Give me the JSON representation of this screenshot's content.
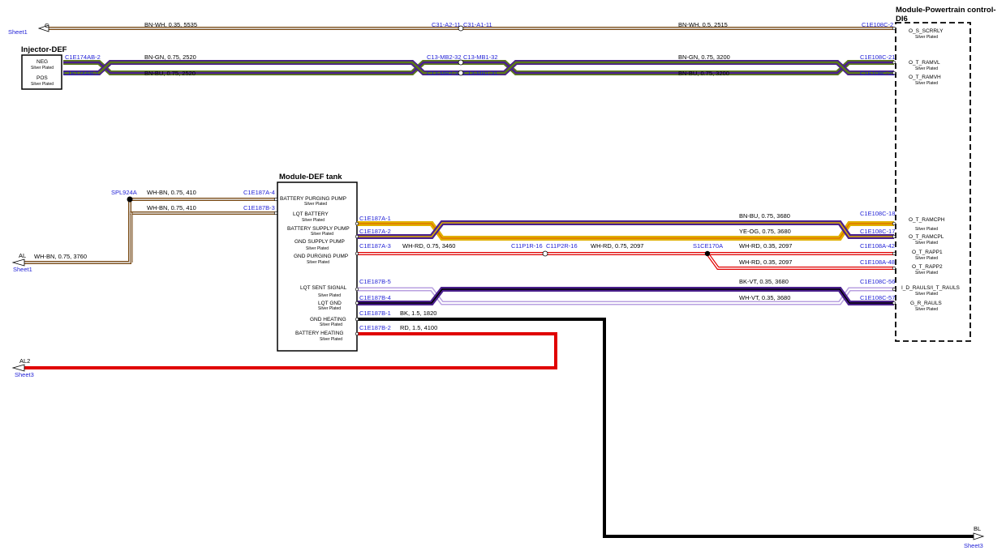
{
  "colors": {
    "brown": "#7a4a14",
    "white": "#e8e8e8",
    "green": "#5c7a17",
    "violet": "#4a1f8c",
    "blue": "#2a2ad0",
    "yellow": "#e0b000",
    "orange": "#e06a00",
    "red": "#e00000",
    "black": "#000000",
    "label_blue": "#1f1fd6"
  },
  "sheet_refs": {
    "top_left": "Sheet1",
    "top_left_label": "C",
    "al_label": "AL",
    "al_sheet": "Sheet1",
    "al2_label": "AL2",
    "al2_sheet": "Sheet3",
    "bl_label": "BL",
    "bl_sheet": "Sheet3"
  },
  "components": {
    "injector": {
      "title": "Injector-DEF",
      "pins": [
        {
          "name": "NEG",
          "plating": "Silver Plated"
        },
        {
          "name": "POS",
          "plating": "Silver Plated"
        }
      ]
    },
    "def_tank": {
      "title": "Module-DEF tank",
      "pins": [
        {
          "name": "BATTERY PURGING PUMP",
          "plating": "Silver Plated"
        },
        {
          "name": "LQT BATTERY",
          "plating": "Silver Plated"
        },
        {
          "name": "BATTERY SUPPLY PUMP",
          "plating": "Silver Plated"
        },
        {
          "name": "GND SUPPLY PUMP",
          "plating": "Silver Plated"
        },
        {
          "name": "GND PURGING PUMP",
          "plating": "Silver Plated"
        },
        {
          "name": "LQT SENT SIGNAL",
          "plating": "Silver Plated"
        },
        {
          "name": "LQT GND",
          "plating": "Silver Plated"
        },
        {
          "name": "GND HEATING",
          "plating": "Silver Plated"
        },
        {
          "name": "BATTERY HEATING",
          "plating": "Silver Plated"
        }
      ]
    },
    "pcm": {
      "title_line1": "Module-Powertrain control-",
      "title_line2": "DI6",
      "pins": [
        {
          "name": "O_S_SCRRLY",
          "plating": "Silver Plated"
        },
        {
          "name": "O_T_RAMVL",
          "plating": "Silver Plated"
        },
        {
          "name": "O_T_RAMVH",
          "plating": "Silver Plated"
        },
        {
          "name": "O_T_RAMCPH",
          "plating": "Silver Plated"
        },
        {
          "name": "O_T_RAMCPL",
          "plating": "Silver Plated"
        },
        {
          "name": "O_T_RAPP1",
          "plating": "Silver Plated"
        },
        {
          "name": "O_T_RAPP2",
          "plating": "Silver Plated"
        },
        {
          "name": "I_D_RAULS/I_T_RAULS",
          "plating": "Silver Plated"
        },
        {
          "name": "G_R_RAULS",
          "plating": "Silver Plated"
        }
      ]
    }
  },
  "connectors": {
    "c31a2": "C31-A2-11",
    "c31a1": "C31-A1-11",
    "c1e108c2": "C1E108C-2",
    "c1e174ab2": "C1E174AB-2",
    "c1e174ab1": "C1E174AB-1",
    "c13mb232": "C13-MB2-32",
    "c13mb132": "C13-MB1-32",
    "c13mb231": "C13-MB2-31",
    "c13mb131": "C13-MB1-31",
    "c1e108c21": "C1E108C-21",
    "c1e108c22": "C1E108C-22",
    "spl924a": "SPL924A",
    "c1e187a4": "C1E187A-4",
    "c1e187b3": "C1E187B-3",
    "c1e187a1": "C1E187A-1",
    "c1e187a2": "C1E187A-2",
    "c1e187a3": "C1E187A-3",
    "c11p1r16": "C11P1R-16",
    "c11p2r16": "C11P2R-16",
    "s1ce170a": "S1CE170A",
    "c1e108c18": "C1E108C-18",
    "c1e108c17": "C1E108C-17",
    "c1e108a42": "C1E108A-42",
    "c1e108a48": "C1E108A-48",
    "c1e187b5": "C1E187B-5",
    "c1e187b4": "C1E187B-4",
    "c1e108c56": "C1E108C-56",
    "c1e108c57": "C1E108C-57",
    "c1e187b1": "C1E187B-1",
    "c1e187b2": "C1E187B-2"
  },
  "wires": {
    "top_left": "BN-WH, 0.35, 5535",
    "top_right": "BN-WH, 0.5, 2515",
    "neg_left": "BN-GN, 0.75, 2520",
    "pos_left": "BN-BU, 0.75, 2520",
    "neg_right": "BN-GN, 0.75, 3200",
    "pos_right": "BN-BU, 0.75, 3200",
    "spl_a4": "WH-BN, 0.75, 410",
    "spl_b3": "WH-BN, 0.75, 410",
    "al_feed": "WH-BN, 0.75, 3760",
    "bn_bu": "BN-BU, 0.75, 3680",
    "ye_og": "YE-OG, 0.75, 3680",
    "wh_rd_a3": "WH-RD, 0.75, 3460",
    "wh_rd_mid": "WH-RD, 0.75, 2097",
    "wh_rd_42": "WH-RD, 0.35, 2097",
    "wh_rd_48": "WH-RD, 0.35, 2097",
    "bk_vt": "BK-VT, 0.35, 3680",
    "wh_vt": "WH-VT, 0.35, 3680",
    "bk_heat": "BK, 1.5, 1820",
    "rd_heat": "RD, 1.5, 4100"
  }
}
